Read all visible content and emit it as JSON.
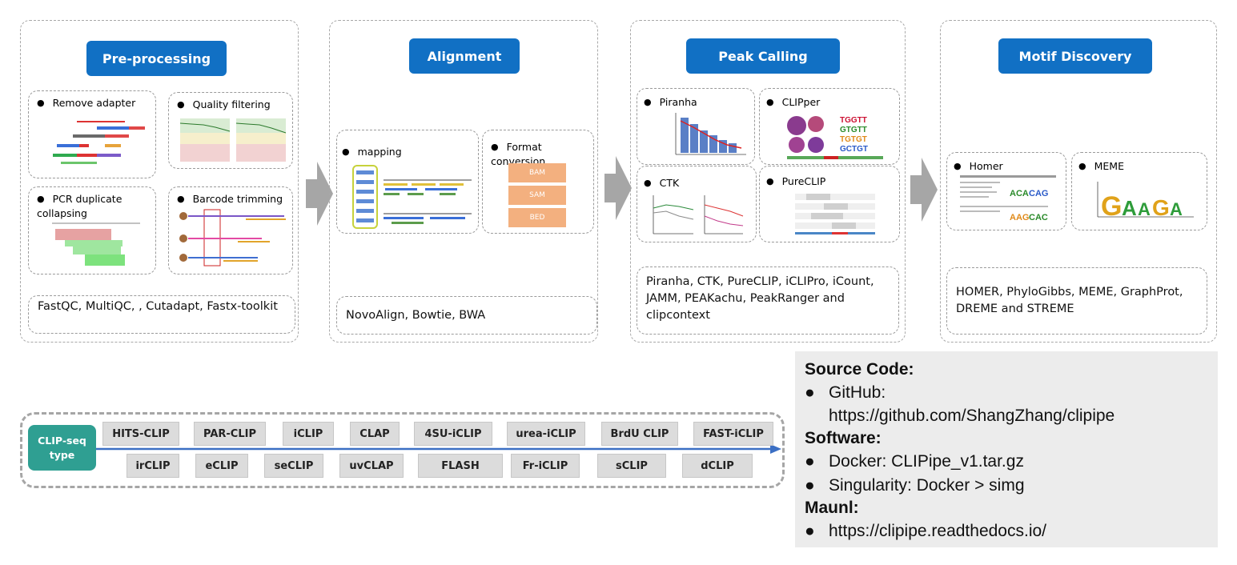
{
  "stages": {
    "preprocessing": {
      "title": "Pre-processing",
      "items": [
        "Remove adapter",
        "Quality filtering",
        "PCR duplicate collapsing",
        "Barcode trimming"
      ],
      "tools": "FastQC, MultiQC, , Cutadapt, Fastx-toolkit"
    },
    "alignment": {
      "title": "Alignment",
      "items": [
        "mapping",
        "Format conversion"
      ],
      "formats": [
        "BAM",
        "SAM",
        "BED"
      ],
      "tools": "NovoAlign, Bowtie, BWA"
    },
    "peak_calling": {
      "title": "Peak Calling",
      "items": [
        "Piranha",
        "CLIPper",
        "CTK",
        "PureCLIP"
      ],
      "tools": "Piranha, CTK, PureCLIP, iCLIPro, iCount, JAMM, PEAKachu, PeakRanger and clipcontext"
    },
    "motif_discovery": {
      "title": "Motif Discovery",
      "items": [
        "Homer",
        "MEME"
      ],
      "tools": "HOMER, PhyloGibbs, MEME, GraphProt, DREME and STREME"
    }
  },
  "clip_seq": {
    "label_line1": "CLIP-seq",
    "label_line2": "type",
    "row1": [
      "HITS-CLIP",
      "PAR-CLIP",
      "iCLIP",
      "CLAP",
      "4SU-iCLIP",
      "urea-iCLIP",
      "BrdU CLIP",
      "FAST-iCLIP"
    ],
    "row2": [
      "irCLIP",
      "eCLIP",
      "seCLIP",
      "uvCLAP",
      "FLASH",
      "Fr-iCLIP",
      "sCLIP",
      "dCLIP"
    ]
  },
  "info": {
    "source_heading": "Source Code:",
    "github_label": "GitHub:",
    "github_url": "https://github.com/ShangZhang/clipipe",
    "software_heading": "Software:",
    "docker": "Docker: CLIPipe_v1.tar.gz",
    "singularity": "Singularity: Docker > simg",
    "manual_heading": "Maunl:",
    "manual_url": "https://clipipe.readthedocs.io/"
  },
  "colors": {
    "stage_title_bg": "#1170c4",
    "clip_type_bg": "#2f9f92",
    "format_chip_bg": "#f3b07f",
    "flow_arrow": "#a6a6a6",
    "timeline_arrow": "#3b6fc4"
  }
}
